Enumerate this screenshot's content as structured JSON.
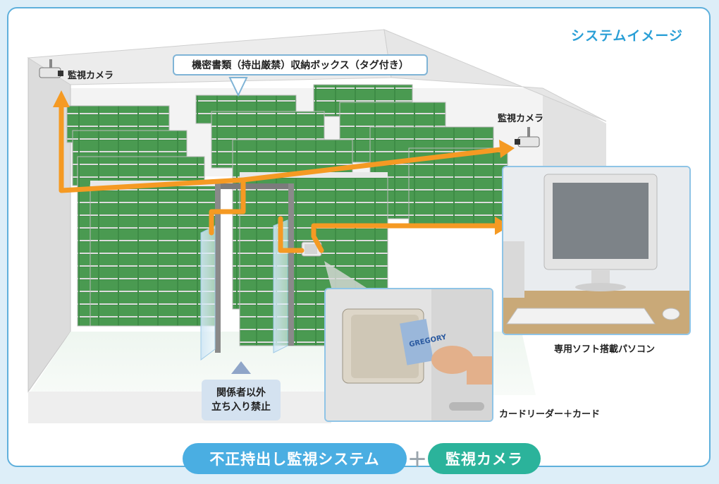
{
  "title": "システムイメージ",
  "labels": {
    "camera_left": "監視カメラ",
    "camera_right": "監視カメラ",
    "storage_callout": "機密書類（持出厳禁）収納ボックス（タグ付き）",
    "restrict_line1": "関係者以外",
    "restrict_line2": "立ち入り禁止",
    "pc_caption": "専用ソフト搭載パソコン",
    "card_caption": "カードリーダー＋カード",
    "card_logo": "GREGORY"
  },
  "footer": {
    "system": "不正持出し監視システム",
    "plus": "＋",
    "camera": "監視カメラ"
  },
  "colors": {
    "accent_blue": "#4aaee2",
    "accent_teal": "#2bb39b",
    "flow_orange": "#f59a23",
    "cabinet_green": "#3f8f48"
  },
  "icons": [
    "camera-icon",
    "monitor-icon",
    "card-reader-icon",
    "arrow-icon"
  ]
}
